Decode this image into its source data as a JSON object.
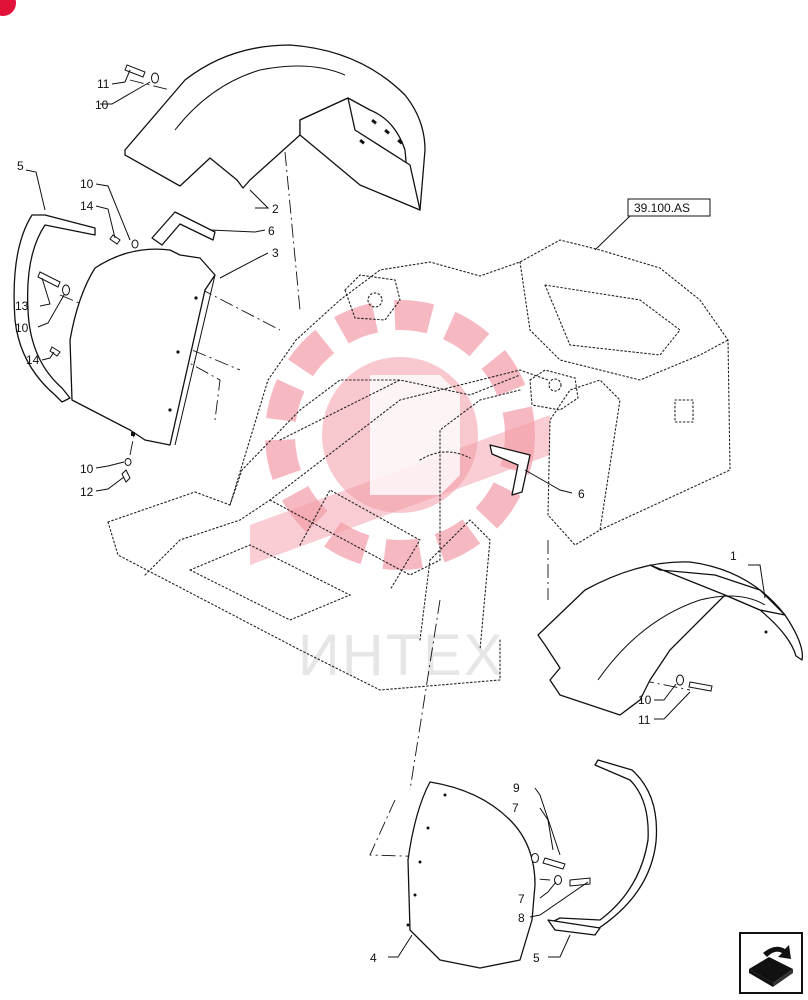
{
  "reference_box": {
    "label": "39.100.AS"
  },
  "watermark": {
    "text": "ИНТЕХ",
    "color": "#e8394f"
  },
  "accent_color": "#e2113a",
  "callouts": [
    {
      "id": "c1",
      "label": "1"
    },
    {
      "id": "c2",
      "label": "2"
    },
    {
      "id": "c3",
      "label": "3"
    },
    {
      "id": "c4",
      "label": "4"
    },
    {
      "id": "c5a",
      "label": "5"
    },
    {
      "id": "c5b",
      "label": "5"
    },
    {
      "id": "c6a",
      "label": "6"
    },
    {
      "id": "c6b",
      "label": "6"
    },
    {
      "id": "c7a",
      "label": "7"
    },
    {
      "id": "c7b",
      "label": "7"
    },
    {
      "id": "c8",
      "label": "8"
    },
    {
      "id": "c9",
      "label": "9"
    },
    {
      "id": "c10a",
      "label": "10"
    },
    {
      "id": "c10b",
      "label": "10"
    },
    {
      "id": "c10c",
      "label": "10"
    },
    {
      "id": "c10d",
      "label": "10"
    },
    {
      "id": "c10e",
      "label": "10"
    },
    {
      "id": "c11a",
      "label": "11"
    },
    {
      "id": "c11b",
      "label": "11"
    },
    {
      "id": "c12",
      "label": "12"
    },
    {
      "id": "c13",
      "label": "13"
    },
    {
      "id": "c14a",
      "label": "14"
    },
    {
      "id": "c14b",
      "label": "14"
    }
  ],
  "nav_button": {
    "icon": "navigation-arrow-icon"
  }
}
